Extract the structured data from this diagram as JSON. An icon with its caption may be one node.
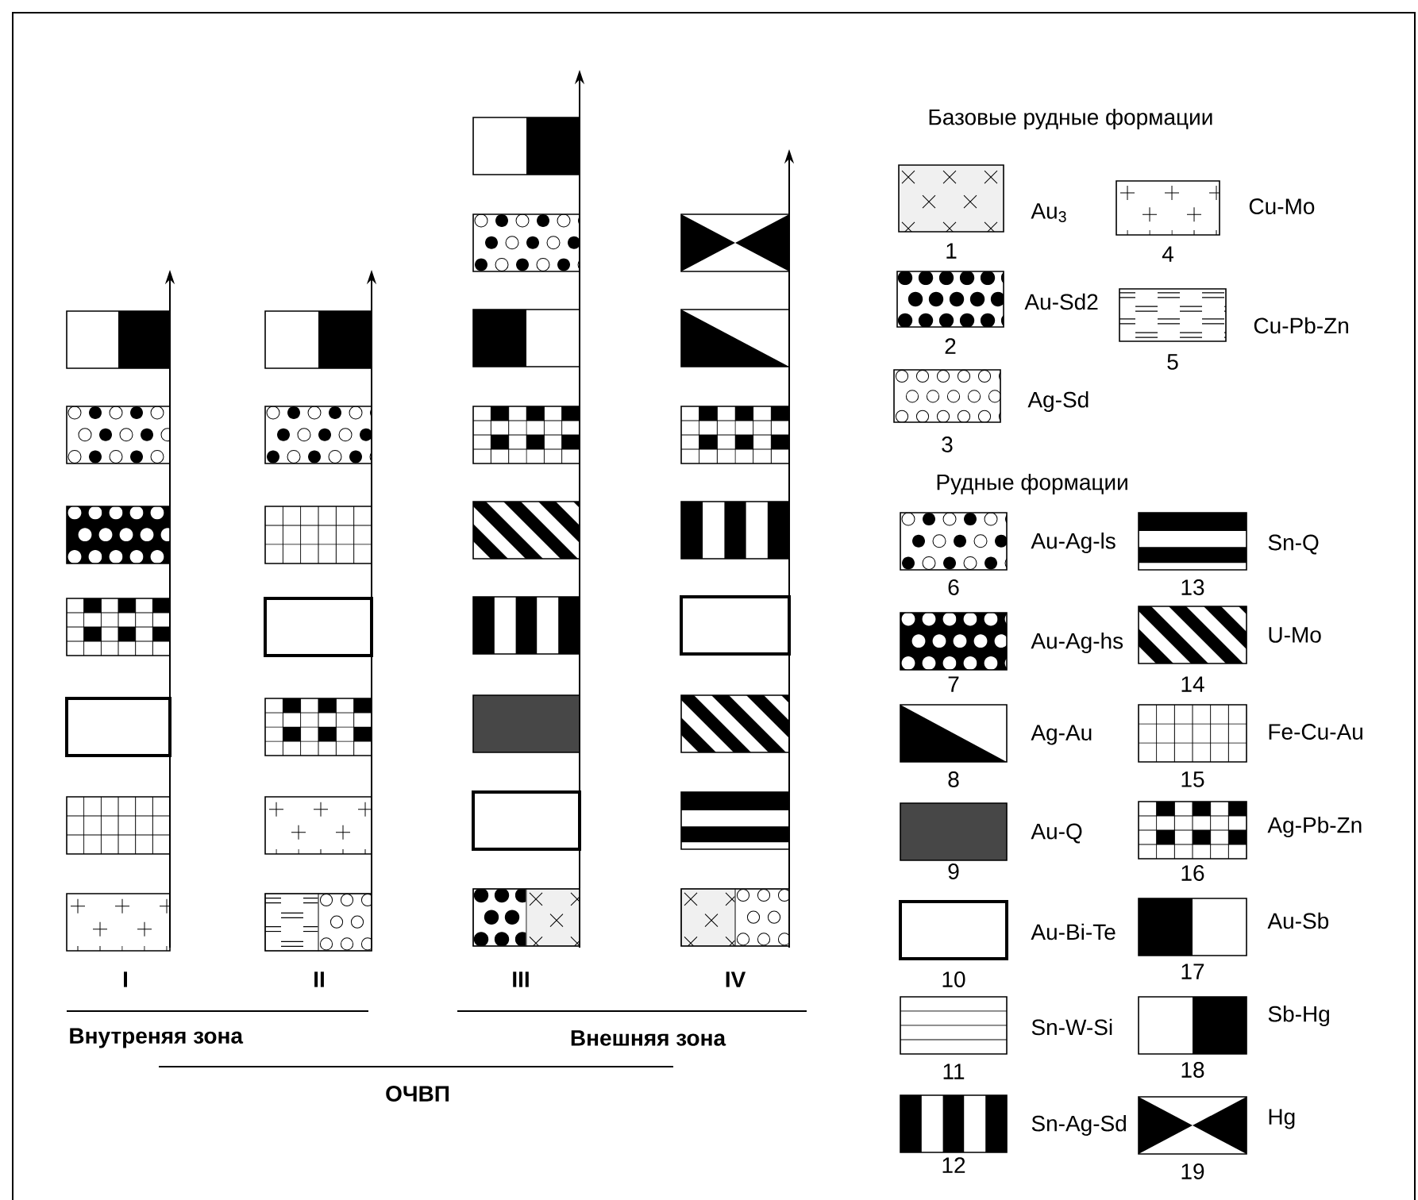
{
  "diagram": {
    "labels": [
      "Базовые рудные формации",
      "1",
      "2",
      "3",
      "4",
      "5",
      "Рудные формации",
      "6",
      "7",
      "8",
      "9",
      "10",
      "11",
      "12",
      "13",
      "14",
      "15",
      "16",
      "17",
      "18",
      "19",
      "I",
      "II",
      "III",
      "IV",
      "Внутреняя зона",
      "Внешняя зона",
      "ОЧВП"
    ],
    "legend": [
      {
        "text": "Au$_{3}$"
      },
      {
        "text": "Au-Sd2"
      },
      {
        "text": "Ag-Sd"
      },
      {
        "text": "Cu-Mo"
      },
      {
        "text": "Cu-Pb-Zn"
      },
      {
        "text": "Au-Ag-ls"
      },
      {
        "text": "Au-Ag-hs"
      },
      {
        "text": "Ag-Au"
      },
      {
        "text": "Au-Q"
      },
      {
        "text": "Au-Bi-Te"
      },
      {
        "text": "Sn-W-Si"
      },
      {
        "text": "Sn-Ag-Sd"
      },
      {
        "text": "Sn-Q"
      },
      {
        "text": "U-Mo"
      },
      {
        "text": "Fe-Cu-Au"
      },
      {
        "text": "Ag-Pb-Zn"
      },
      {
        "text": "Au-Sb"
      },
      {
        "text": "Sb-Hg"
      },
      {
        "text": "Hg"
      }
    ]
  }
}
